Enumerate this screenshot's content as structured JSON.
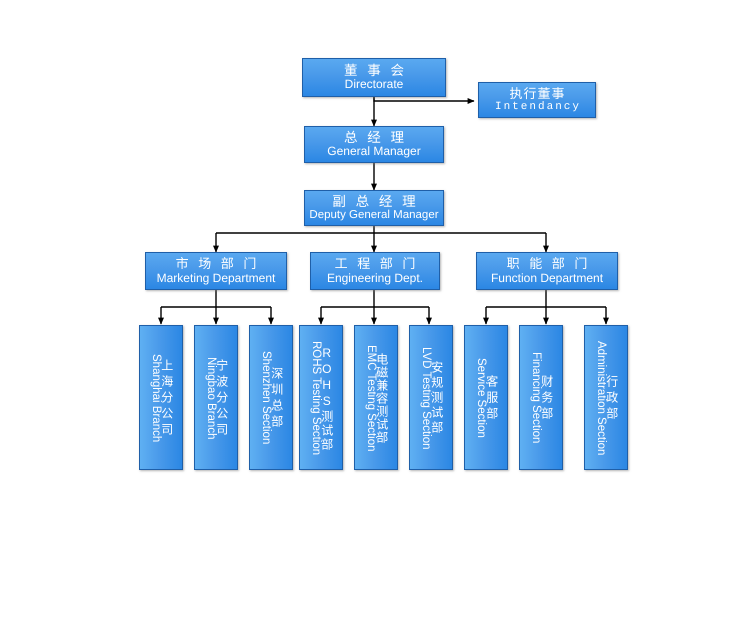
{
  "diagram": {
    "title": "Organization Chart",
    "background_color": "#ffffff",
    "box_fill_top": "#5aa9f0",
    "box_fill_bottom": "#2b87e4",
    "box_border_color": "#1f5fa8",
    "text_color": "#ffffff",
    "connector_color": "#000000"
  },
  "nodes": {
    "directorate": {
      "cn": "董 事 会",
      "en": "Directorate"
    },
    "intendancy": {
      "cn": "执行董事",
      "en": "Intendancy"
    },
    "general_manager": {
      "cn": "总 经 理",
      "en": "General Manager"
    },
    "deputy_general_manager": {
      "cn": "副 总 经 理",
      "en": "Deputy General Manager"
    },
    "marketing_department": {
      "cn": "市 场 部 门",
      "en": "Marketing Department"
    },
    "engineering_department": {
      "cn": "工 程 部 门",
      "en": "Engineering  Dept."
    },
    "function_department": {
      "cn": "职 能 部 门",
      "en": "Function Department"
    }
  },
  "leaves": [
    {
      "cn": "上海分公司",
      "en": "Shanghai Branch",
      "group": "marketing"
    },
    {
      "cn": "宁波分公司",
      "en": "Ningbao Branch",
      "group": "marketing"
    },
    {
      "cn": "深圳总部",
      "en": "Shenzhen Section",
      "group": "marketing"
    },
    {
      "cn": "ROHS测试部",
      "en": "ROHS Testing Section",
      "group": "engineering"
    },
    {
      "cn": "电磁兼容测试部",
      "en": "EMC Testing Section",
      "group": "engineering"
    },
    {
      "cn": "安规测试部",
      "en": "LVD Testing Section",
      "group": "engineering"
    },
    {
      "cn": "客服部",
      "en": "Service Section",
      "group": "function"
    },
    {
      "cn": "财务部",
      "en": "Financing Section",
      "group": "function"
    },
    {
      "cn": "行政部",
      "en": "Administration Section",
      "group": "function"
    }
  ]
}
